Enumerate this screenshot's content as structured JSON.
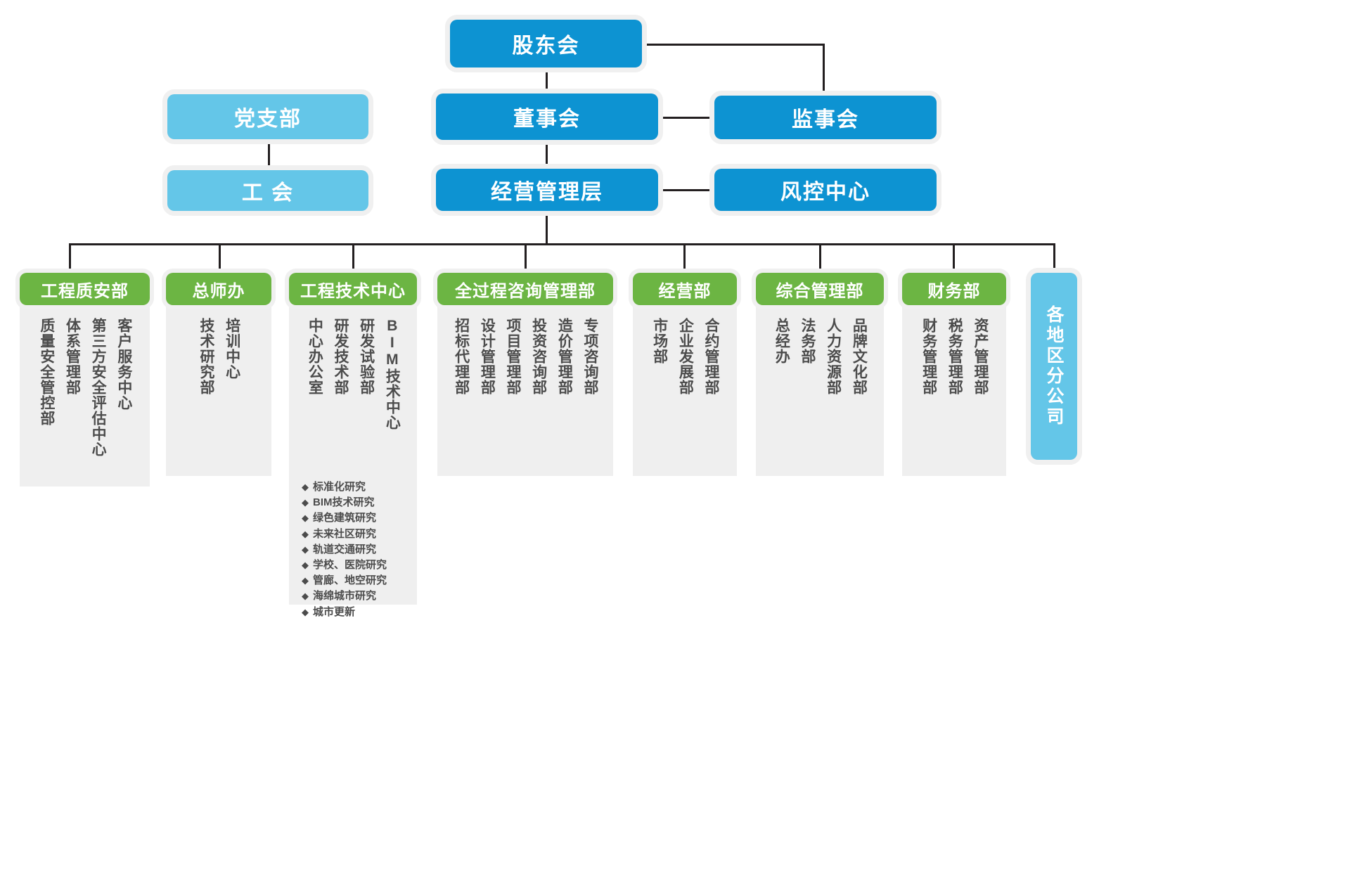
{
  "chart_data": {
    "type": "diagram",
    "title": "企业组织架构图",
    "colors": {
      "primary_blue": "#0d93d2",
      "light_blue": "#64c6e8",
      "green": "#6cb543",
      "body_gray": "#efefef",
      "line": "#231f20",
      "text_dark": "#4c4c4c",
      "text_light": "#ffffff"
    }
  },
  "top": {
    "shareholders": "股东会",
    "board": "董事会",
    "supervisors": "监事会",
    "management": "经营管理层",
    "risk_control": "风控中心",
    "party_branch": "党支部",
    "labor_union": "工  会"
  },
  "departments": [
    {
      "name": "工程质安部",
      "items": [
        "客户服务中心",
        "第三方安全评估中心",
        "体系管理部",
        "质量安全管控部"
      ]
    },
    {
      "name": "总师办",
      "items": [
        "培训中心",
        "技术研究部"
      ]
    },
    {
      "name": "工程技术中心",
      "items": [
        "BIM技术中心",
        "研发试验部",
        "研发技术部",
        "中心办公室"
      ]
    },
    {
      "name": "全过程咨询管理部",
      "items": [
        "专项咨询部",
        "造价管理部",
        "投资咨询部",
        "项目管理部",
        "设计管理部",
        "招标代理部"
      ]
    },
    {
      "name": "经营部",
      "items": [
        "合约管理部",
        "企业发展部",
        "市场部"
      ]
    },
    {
      "name": "综合管理部",
      "items": [
        "品牌文化部",
        "人力资源部",
        "法务部",
        "总经办"
      ]
    },
    {
      "name": "财务部",
      "items": [
        "资产管理部",
        "税务管理部",
        "财务管理部"
      ]
    }
  ],
  "branch_company": "各地区分公司",
  "research_topics": [
    "标准化研究",
    "BIM技术研究",
    "绿色建筑研究",
    "未来社区研究",
    "轨道交通研究",
    "学校、医院研究",
    "管廊、地空研究",
    "海绵城市研究",
    "城市更新"
  ],
  "icons": {
    "bullet": "diamond-bullet-icon"
  }
}
